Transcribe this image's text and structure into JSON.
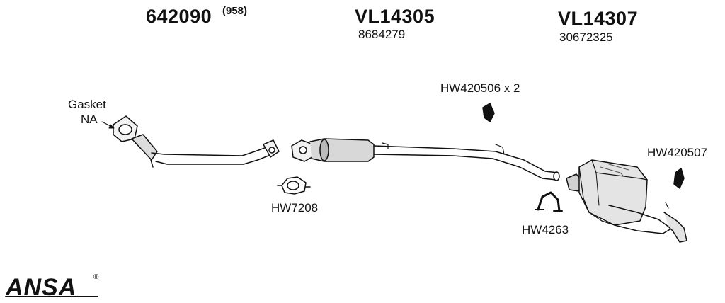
{
  "parts": [
    {
      "code": "642090",
      "note": "(958)"
    },
    {
      "code": "VL14305",
      "ref": "8684279"
    },
    {
      "code": "VL14307",
      "ref": "30672325"
    }
  ],
  "hardware": {
    "gasket_line1": "Gasket",
    "gasket_line2": "NA",
    "hw420506": "HW420506 x 2",
    "hw420507": "HW420507",
    "hw7208": "HW7208",
    "hw4263": "HW4263"
  },
  "brand": {
    "logo_text": "ANSA",
    "registered_mark": "®"
  }
}
